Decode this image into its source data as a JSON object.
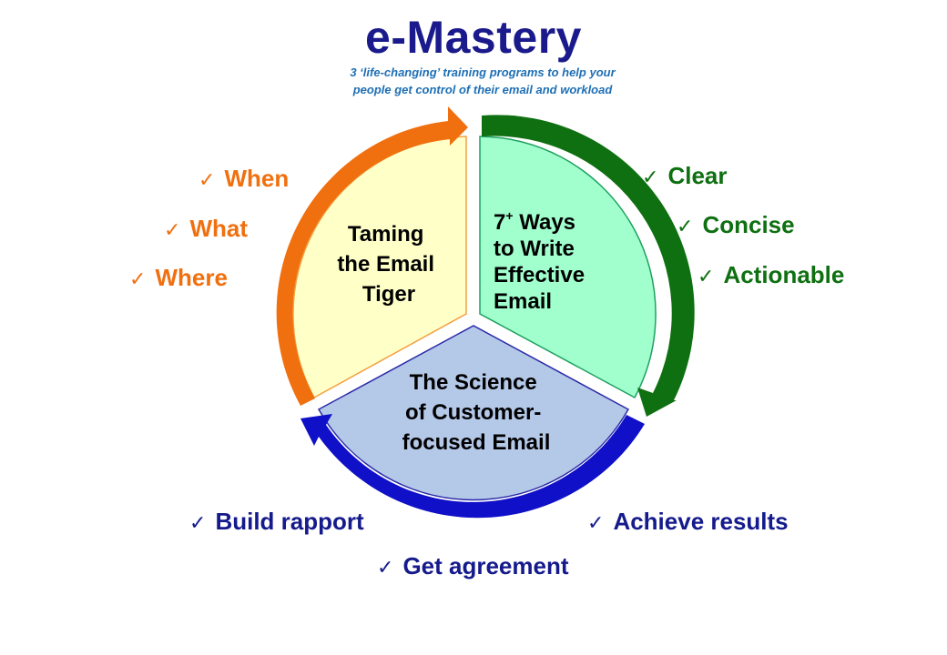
{
  "header": {
    "title": "e-Mastery",
    "subtitle_line1": "3 ‘life-changing’ training programs to help your",
    "subtitle_line2": "people get control of their email and workload"
  },
  "segments": [
    {
      "id": "taming",
      "lines": [
        "Taming",
        "the Email",
        "Tiger"
      ],
      "fill": "#ffffc8",
      "arrow_color": "#f07010"
    },
    {
      "id": "ways",
      "lines": [
        "7",
        "+",
        " Ways",
        "to Write",
        "Effective",
        "Email"
      ],
      "fill": "#a0ffcc",
      "arrow_color": "#0e7010"
    },
    {
      "id": "science",
      "lines": [
        "The Science",
        "of Customer-",
        "focused Email"
      ],
      "fill": "#b4c8e8",
      "arrow_color": "#1010c8"
    }
  ],
  "checklists": {
    "orange": {
      "items": [
        "When",
        "What",
        "Where"
      ],
      "color": "#f07010"
    },
    "green": {
      "items": [
        "Clear",
        "Concise",
        "Actionable"
      ],
      "color": "#0e7010"
    },
    "blue": {
      "items": [
        "Build rapport",
        "Get agreement",
        "Achieve results"
      ],
      "color": "#151a8c"
    }
  },
  "check_glyph": "✓"
}
